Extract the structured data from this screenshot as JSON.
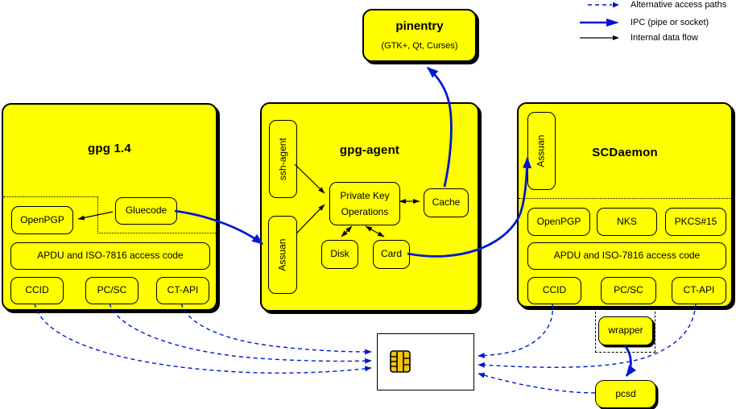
{
  "diagram": {
    "legend": [
      {
        "label": "Alternative access paths",
        "style": "dashed-blue-arrow"
      },
      {
        "label": "IPC (pipe or socket)",
        "style": "thick-blue-arrow"
      },
      {
        "label": "Internal data flow",
        "style": "thin-black-arrow"
      }
    ],
    "pinentry": {
      "title": "pinentry",
      "subtitle": "(GTK+, Qt, Curses)"
    },
    "gpg14": {
      "title": "gpg 1.4",
      "boxes": {
        "openpgp": "OpenPGP",
        "gluecode": "Gluecode",
        "apdu": "APDU and ISO-7816 access code",
        "ccid": "CCID",
        "pcsc": "PC/SC",
        "ctapi": "CT-API"
      }
    },
    "gpg_agent": {
      "title": "gpg-agent",
      "boxes": {
        "ssh_agent": "ssh-agent",
        "assuan": "Assuan",
        "private_key_ops_line1": "Private Key",
        "private_key_ops_line2": "Operations",
        "cache": "Cache",
        "disk": "Disk",
        "card": "Card"
      }
    },
    "scdaemon": {
      "title": "SCDaemon",
      "boxes": {
        "assuan": "Assuan",
        "openpgp": "OpenPGP",
        "nks": "NKS",
        "pkcs15": "PKCS#15",
        "apdu": "APDU and ISO-7816 access code",
        "ccid": "CCID",
        "pcsc": "PC/SC",
        "ctapi": "CT-API"
      }
    },
    "wrapper": "wrapper",
    "pcsd": "pcsd",
    "colors": {
      "node_fill": "#ffff00",
      "ipc_blue": "#0018cf",
      "line_black": "#000000",
      "card_fill": "#ffffff",
      "chip_gold": "#f2c40f"
    }
  }
}
